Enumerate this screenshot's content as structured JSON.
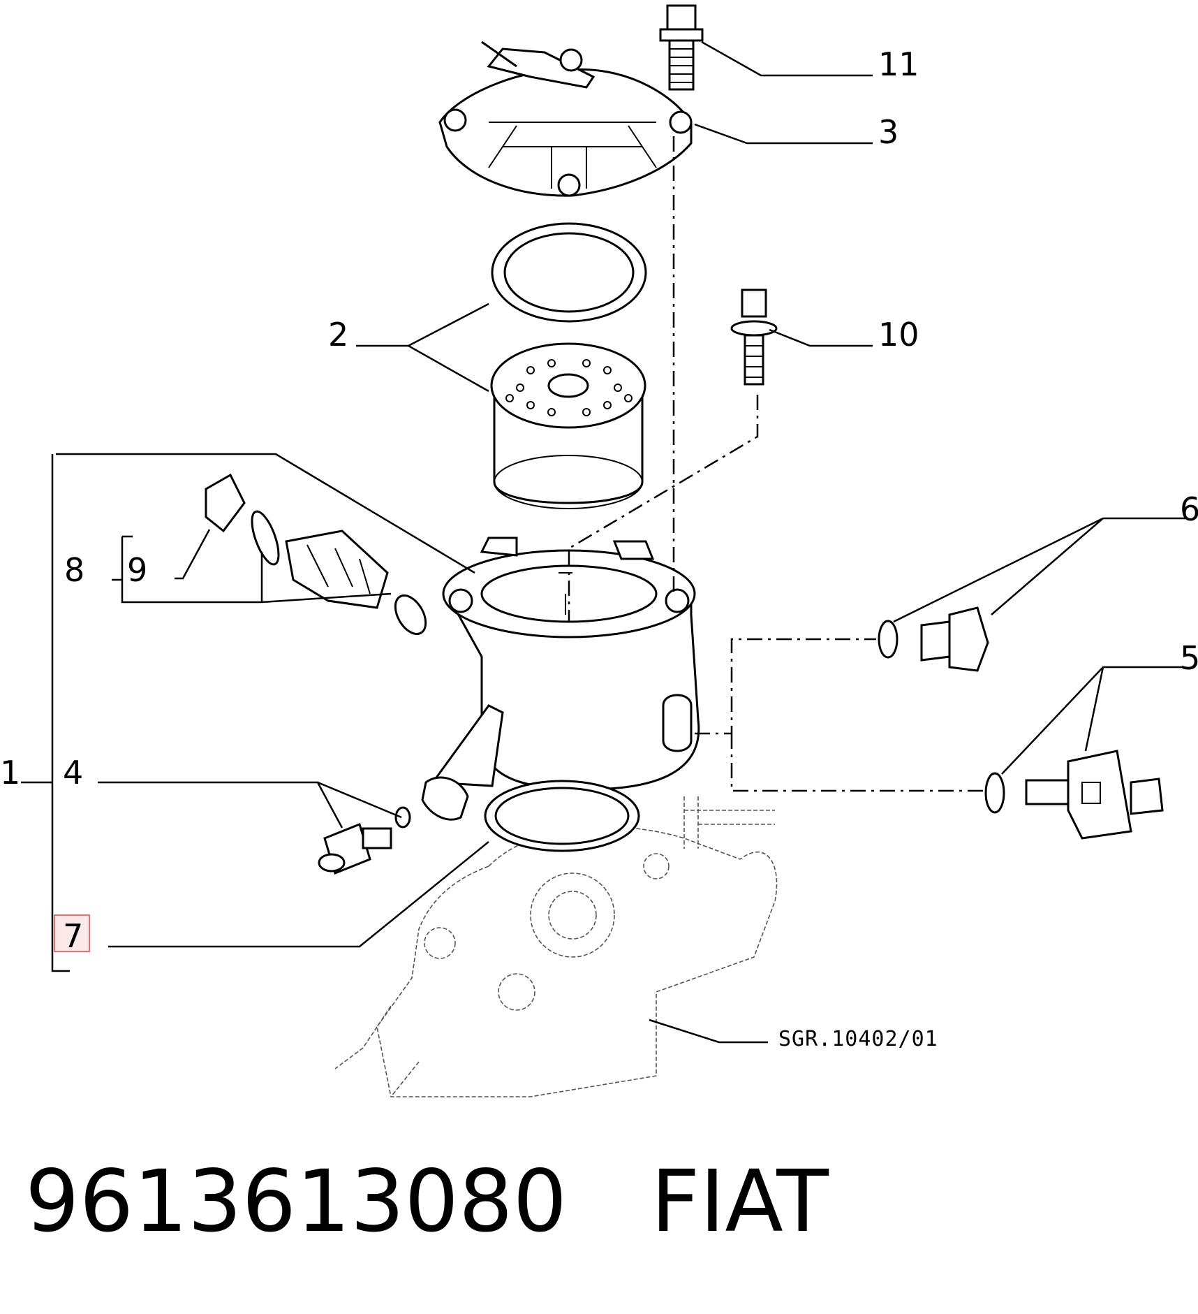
{
  "callouts": {
    "c1": "1",
    "c2": "2",
    "c3": "3",
    "c4": "4",
    "c5": "5",
    "c6": "6",
    "c7": "7",
    "c8": "8",
    "c9": "9",
    "c10": "10",
    "c11": "11"
  },
  "drawing_reference": "SGR.10402/01",
  "footer": {
    "part_number": "9613613080",
    "brand": "FIAT"
  },
  "highlight": {
    "callout": "7",
    "color": "#e0707a"
  }
}
